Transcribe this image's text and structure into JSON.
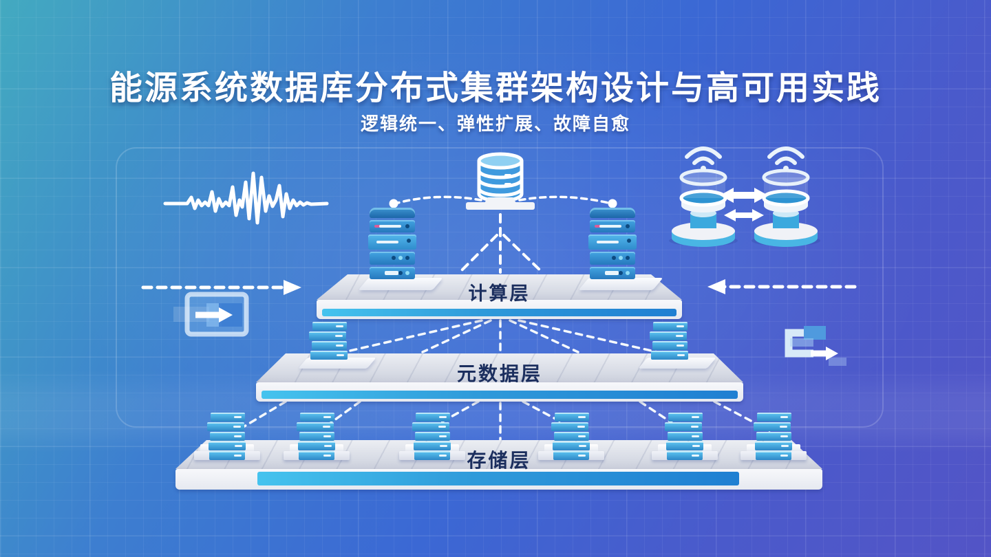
{
  "header": {
    "title": "能源系统数据库分布式集群架构设计与高可用实践",
    "subtitle": "逻辑统一、弹性扩展、故障自愈"
  },
  "diagram": {
    "layers": [
      {
        "id": "compute",
        "label": "计算层",
        "node_count": 2
      },
      {
        "id": "metadata",
        "label": "元数据层",
        "node_count": 2
      },
      {
        "id": "storage",
        "label": "存储层",
        "node_count": 6
      }
    ],
    "icons": {
      "waveform": "signal-waveform-icon",
      "central_database": "database-cylinder-icon",
      "replication_left": "wireless-database-icon",
      "replication_right": "wireless-database-icon",
      "sync_arrows": "bidirectional-sync-arrows-icon",
      "ingress": "dashed-arrow-right-icon",
      "egress": "dashed-arrow-left-icon",
      "import_box": "data-import-icon",
      "export_box": "data-export-icon"
    },
    "colors": {
      "background_teal": "#43aac0",
      "background_blue": "#3b68d4",
      "background_purple": "#5354c6",
      "platform_surface": "#d9dde6",
      "platform_face": "#f4f5f9",
      "accent_stripe_cyan": "#45c3ee",
      "accent_stripe_blue": "#1f7fd2",
      "server_blue": "#2f8ccc",
      "server_blue_light": "#57bdec",
      "label_navy": "#1b2e5e",
      "line_white": "#ffffff"
    }
  }
}
